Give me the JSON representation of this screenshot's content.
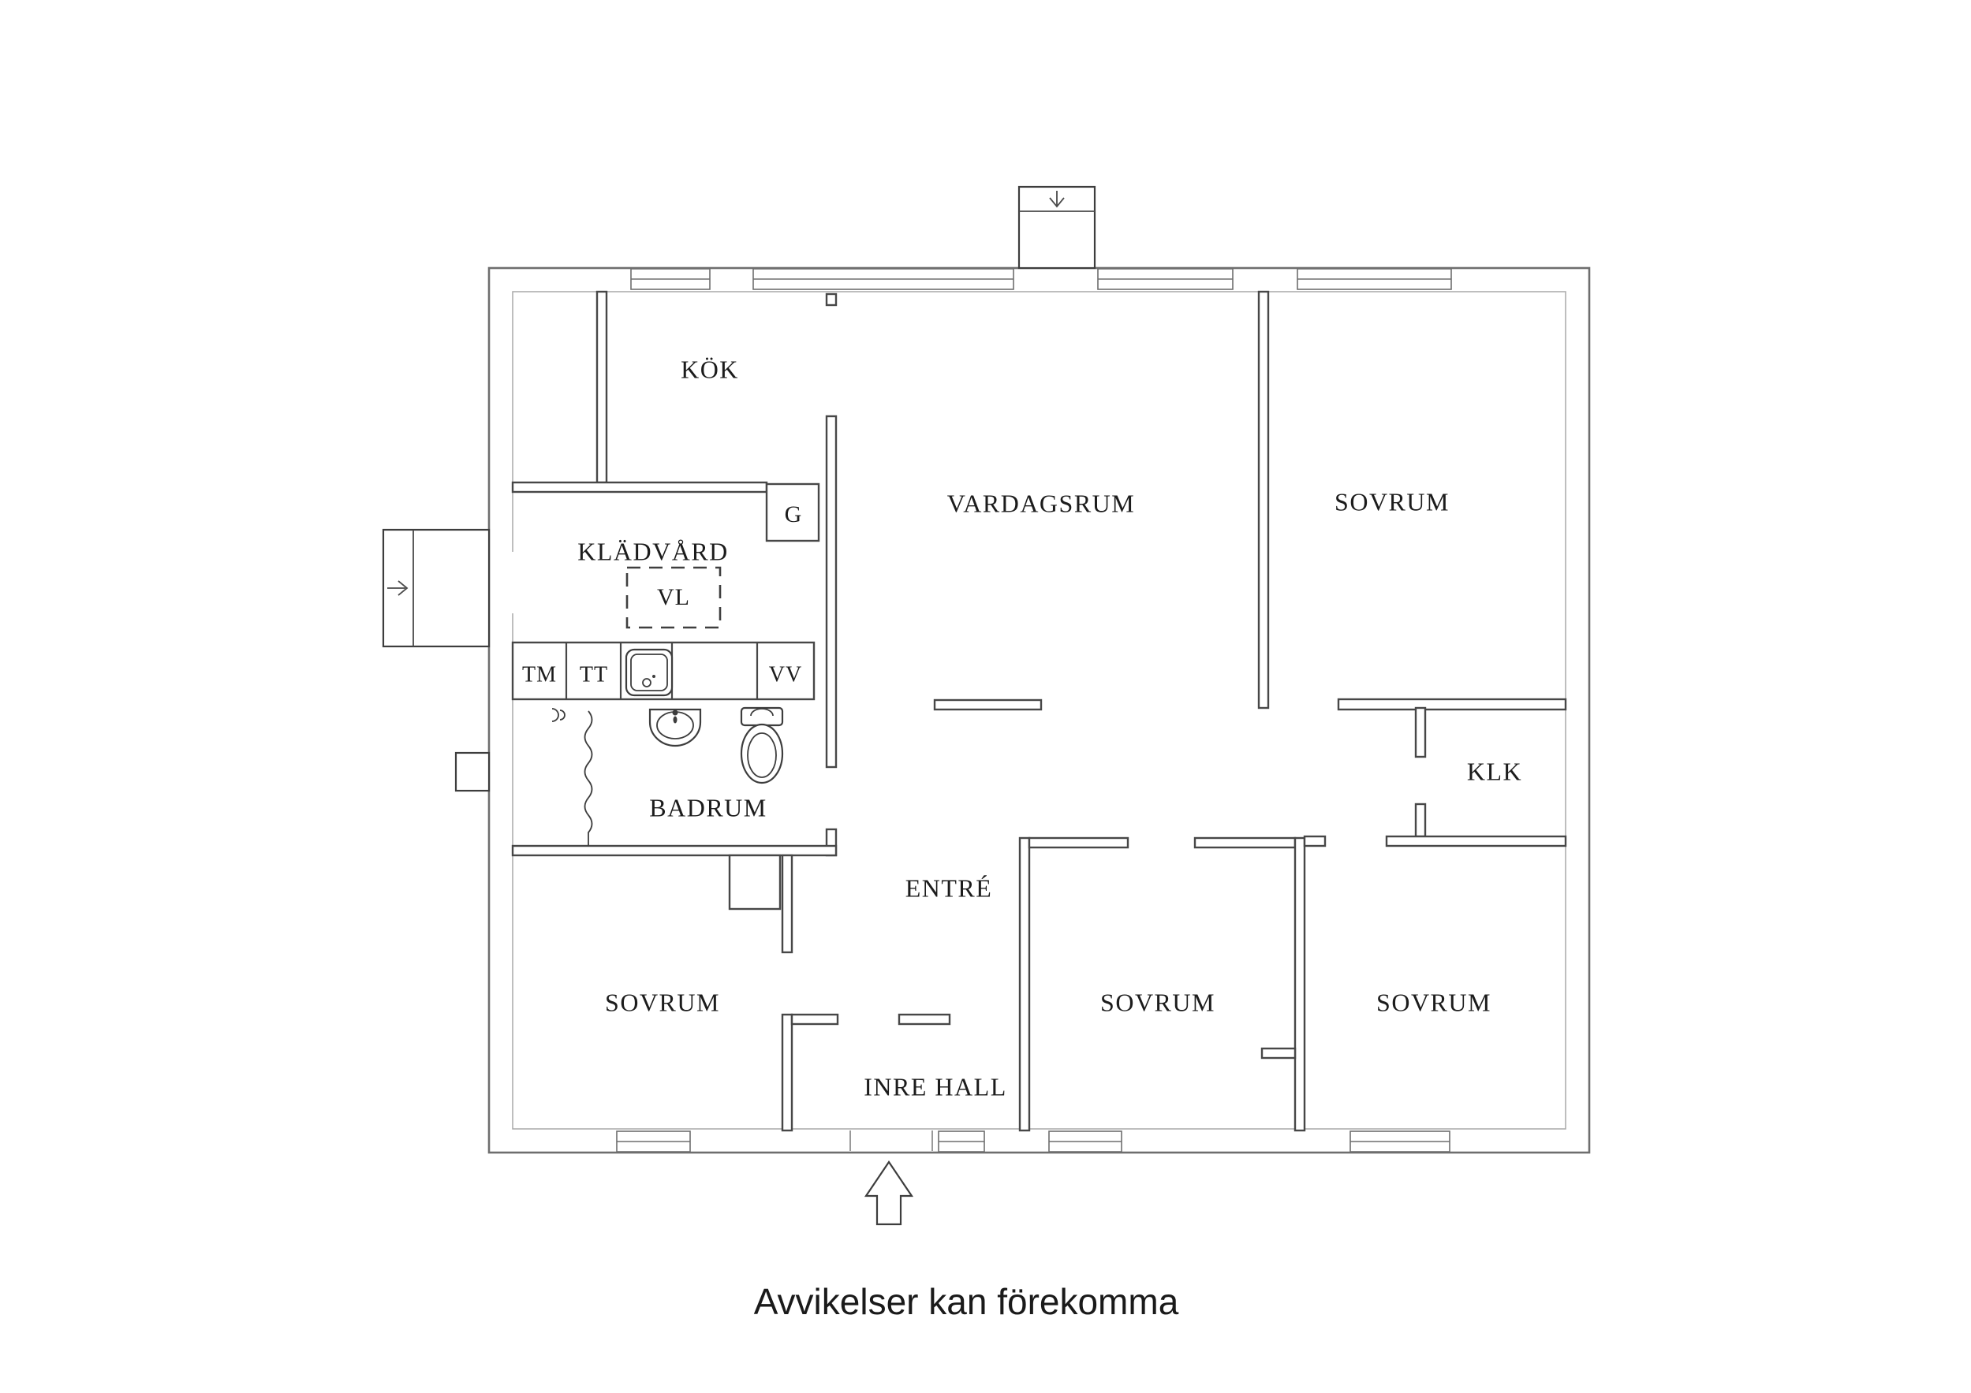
{
  "plan": {
    "rooms": [
      {
        "id": "kok",
        "label": "KÖK"
      },
      {
        "id": "vardagsrum",
        "label": "VARDAGSRUM"
      },
      {
        "id": "sovrum_top_right",
        "label": "SOVRUM"
      },
      {
        "id": "kladvard",
        "label": "KLÄDVÅRD"
      },
      {
        "id": "badrum",
        "label": "BADRUM"
      },
      {
        "id": "entre",
        "label": "ENTRÉ"
      },
      {
        "id": "klk",
        "label": "KLK"
      },
      {
        "id": "sovrum_left",
        "label": "SOVRUM"
      },
      {
        "id": "sovrum_middle",
        "label": "SOVRUM"
      },
      {
        "id": "sovrum_right",
        "label": "SOVRUM"
      },
      {
        "id": "inre_hall",
        "label": "INRE HALL"
      }
    ],
    "fixtures": [
      {
        "id": "vl",
        "label": "VL"
      },
      {
        "id": "g",
        "label": "G"
      },
      {
        "id": "tm",
        "label": "TM"
      },
      {
        "id": "tt",
        "label": "TT"
      },
      {
        "id": "vv",
        "label": "VV"
      }
    ],
    "caption": "Avvikelser kan förekomma",
    "colors": {
      "background": "#ffffff",
      "interior_wall": "#474747",
      "exterior_outer": "#6e6e6e",
      "exterior_inner": "#a8a8a8",
      "label_text": "#1c1c1c"
    }
  }
}
